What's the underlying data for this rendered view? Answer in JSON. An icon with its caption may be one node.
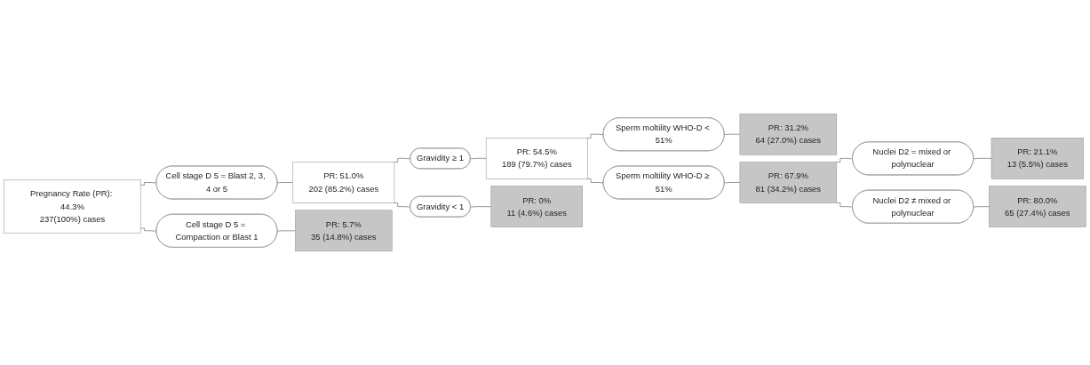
{
  "diagram": {
    "nodes": [
      {
        "text": [
          "Pregnancy Rate (PR): 44.3%",
          "237(100%) cases"
        ]
      },
      {
        "text": [
          "Cell stage D 5 = Blast 2, 3, 4 or 5"
        ]
      },
      {
        "text": [
          "PR: 51.0%",
          "202 (85.2%) cases"
        ]
      },
      {
        "text": [
          "Cell stage D 5 = Compaction or Blast 1"
        ]
      },
      {
        "text": [
          "PR: 5.7%",
          "35 (14.8%) cases"
        ]
      },
      {
        "text": [
          "Gravidity ≥ 1"
        ]
      },
      {
        "text": [
          "PR: 54.5%",
          "189 (79.7%) cases"
        ]
      },
      {
        "text": [
          "Gravidity < 1"
        ]
      },
      {
        "text": [
          "PR: 0%",
          "11 (4.6%) cases"
        ]
      },
      {
        "text": [
          "Sperm moltility WHO-D < 51%"
        ]
      },
      {
        "text": [
          "PR: 31.2%",
          "64 (27.0%) cases"
        ]
      },
      {
        "text": [
          "Sperm moltility WHO-D ≥ 51%"
        ]
      },
      {
        "text": [
          "PR: 67.9%",
          "81 (34.2%) cases"
        ]
      },
      {
        "text": [
          "Nuclei D2 = mixed or polynuclear"
        ]
      },
      {
        "text": [
          "PR: 21.1%",
          "13 (5.5%) cases"
        ]
      },
      {
        "text": [
          "Nuclei D2 ≠ mixed or polynuclear"
        ]
      },
      {
        "text": [
          "PR: 80.0%",
          "65 (27.4%) cases"
        ]
      }
    ],
    "edges": [
      {
        "from": 0,
        "to": 1,
        "arrow": "none"
      },
      {
        "from": 0,
        "to": 3,
        "arrow": "none"
      },
      {
        "from": 1,
        "to": 2,
        "arrow": "none"
      },
      {
        "from": 3,
        "to": 4,
        "arrow": "none"
      },
      {
        "from": 2,
        "to": 5,
        "arrow": "none"
      },
      {
        "from": 2,
        "to": 7,
        "arrow": "none"
      },
      {
        "from": 5,
        "to": 6,
        "arrow": "none"
      },
      {
        "from": 7,
        "to": 8,
        "arrow": "none"
      },
      {
        "from": 6,
        "to": 9,
        "arrow": "none"
      },
      {
        "from": 6,
        "to": 11,
        "arrow": "none"
      },
      {
        "from": 9,
        "to": 10,
        "arrow": "none"
      },
      {
        "from": 11,
        "to": 12,
        "arrow": "none"
      },
      {
        "from": 12,
        "to": 13,
        "arrow": "none"
      },
      {
        "from": 12,
        "to": 15,
        "arrow": "none"
      },
      {
        "from": 13,
        "to": 14,
        "arrow": "none"
      },
      {
        "from": 15,
        "to": 16,
        "arrow": "none"
      }
    ]
  }
}
